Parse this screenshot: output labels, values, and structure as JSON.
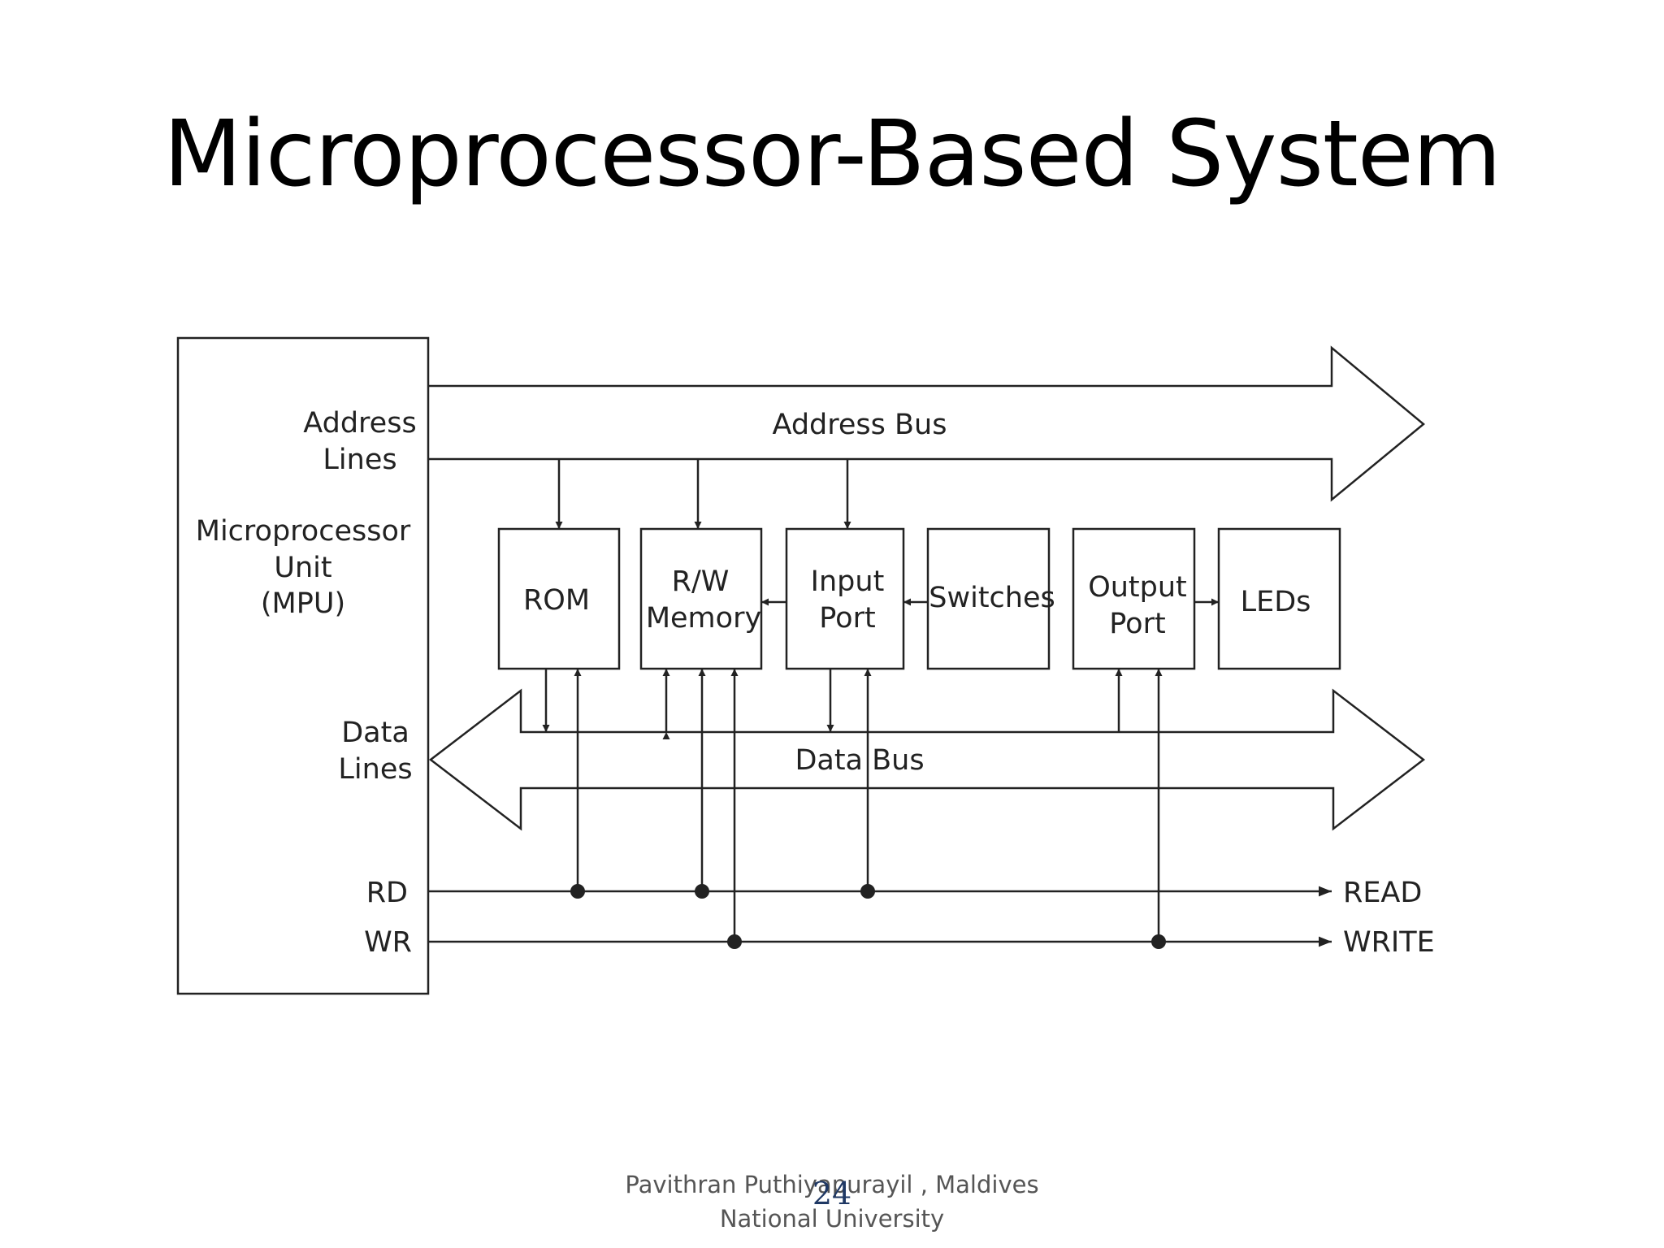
{
  "slide": {
    "title": "Microprocessor-Based System",
    "footer_line1": "Pavithran Puthiyapurayil , Maldives",
    "footer_line2": "National University",
    "page_number": "24"
  },
  "diagram": {
    "mpu": {
      "address_lines_1": "Address",
      "address_lines_2": "Lines",
      "name_1": "Microprocessor",
      "name_2": "Unit",
      "name_3": "(MPU)",
      "data_lines_1": "Data",
      "data_lines_2": "Lines",
      "rd": "RD",
      "wr": "WR"
    },
    "address_bus": "Address Bus",
    "data_bus": "Data Bus",
    "blocks": {
      "rom": "ROM",
      "rw_memory_1": "R/W",
      "rw_memory_2": "Memory",
      "input_port_1": "Input",
      "input_port_2": "Port",
      "switches": "Switches",
      "output_port_1": "Output",
      "output_port_2": "Port",
      "leds": "LEDs"
    },
    "read": "READ",
    "write": "WRITE",
    "line_color": "#222222"
  }
}
